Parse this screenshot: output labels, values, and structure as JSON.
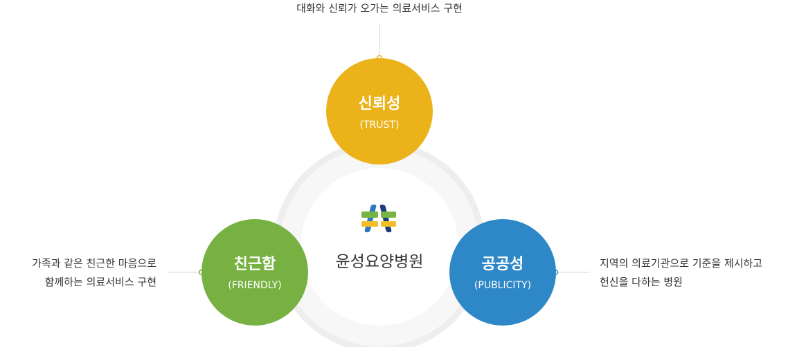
{
  "center": {
    "hospital_name": "윤성요양병원",
    "logo_icon": "hospital-logo-icon"
  },
  "values": {
    "trust": {
      "title": "신뢰성",
      "subtitle": "(TRUST)",
      "description_lines": [
        "대화와 신뢰가 오가는 의료서비스 구현"
      ],
      "color": "#ecb219"
    },
    "friendly": {
      "title": "친근함",
      "subtitle": "(FRIENDLY)",
      "description_lines": [
        "가족과 같은 친근한 마음으로",
        "함께하는 의료서비스 구현"
      ],
      "color": "#76b142"
    },
    "publicity": {
      "title": "공공성",
      "subtitle": "(PUBLICITY)",
      "description_lines": [
        "지역의 의료기관으로 기준을 제시하고",
        "헌신을 다하는 병원"
      ],
      "color": "#2e87c6"
    }
  },
  "colors": {
    "ring": "#eeeeee",
    "ring_inner": "#f5f5f5",
    "connector": "#d4d4d4",
    "logo_blue": "#2f78c0",
    "logo_navy": "#1d3c7a",
    "logo_green": "#77b443",
    "logo_yellow": "#f2bf2b"
  }
}
